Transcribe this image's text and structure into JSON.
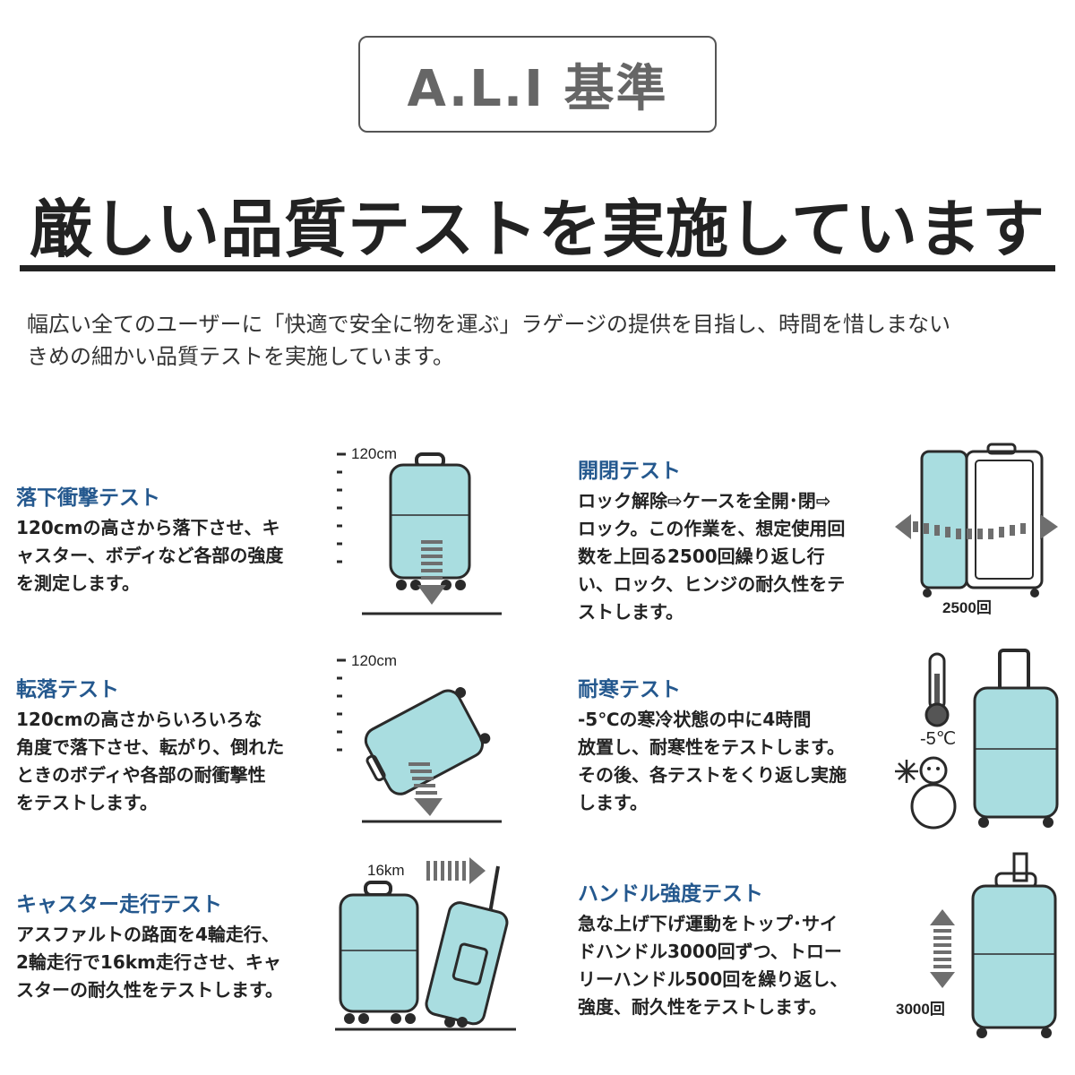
{
  "badge": {
    "text": "A.L.I 基準"
  },
  "headline": "厳しい品質テストを実施しています",
  "intro": {
    "lines": [
      "幅広い全てのユーザーに「快適で安全に物を運ぶ」ラゲージの提供を目指し、時間を惜しまない",
      "きめの細かい品質テストを実施しています。"
    ]
  },
  "tests": [
    {
      "title": "落下衝撃テスト",
      "lines": [
        "120cmの高さから落下させ、キ",
        "ャスター、ボディなど各部の強度",
        "を測定します。"
      ],
      "label": "120cm"
    },
    {
      "title": "転落テスト",
      "lines": [
        "120cmの高さからいろいろな",
        "角度で落下させ、転がり、倒れた",
        "ときのボディや各部の耐衝撃性",
        "をテストします。"
      ],
      "label": "120cm"
    },
    {
      "title": "キャスター走行テスト",
      "lines": [
        "アスファルトの路面を4輪走行、",
        "2輪走行で16km走行させ、キャ",
        "スターの耐久性をテストします。"
      ],
      "label": "16km"
    },
    {
      "title": "開閉テスト",
      "lines": [
        "ロック解除⇨ケースを全開･閉⇨",
        "ロック。この作業を、想定使用回",
        "数を上回る2500回繰り返し行",
        "い、ロック、ヒンジの耐久性をテ",
        "ストします。"
      ],
      "label": "2500回"
    },
    {
      "title": "耐寒テスト",
      "lines": [
        "-5℃の寒冷状態の中に4時間",
        "放置し、耐寒性をテストします。",
        "その後、各テストをくり返し実施",
        "します。"
      ],
      "label": "-5℃"
    },
    {
      "title": "ハンドル強度テスト",
      "lines": [
        "急な上げ下げ運動をトップ･サイ",
        "ドハンドル3000回ずつ、トロー",
        "リーハンドル500回を繰り返し、",
        "強度、耐久性をテストします。"
      ],
      "label": "3000回"
    }
  ],
  "colors": {
    "suitcase": "#a9dde0",
    "outline": "#2a2a2a",
    "title": "#24588e",
    "arrow": "#6e6e6e"
  }
}
